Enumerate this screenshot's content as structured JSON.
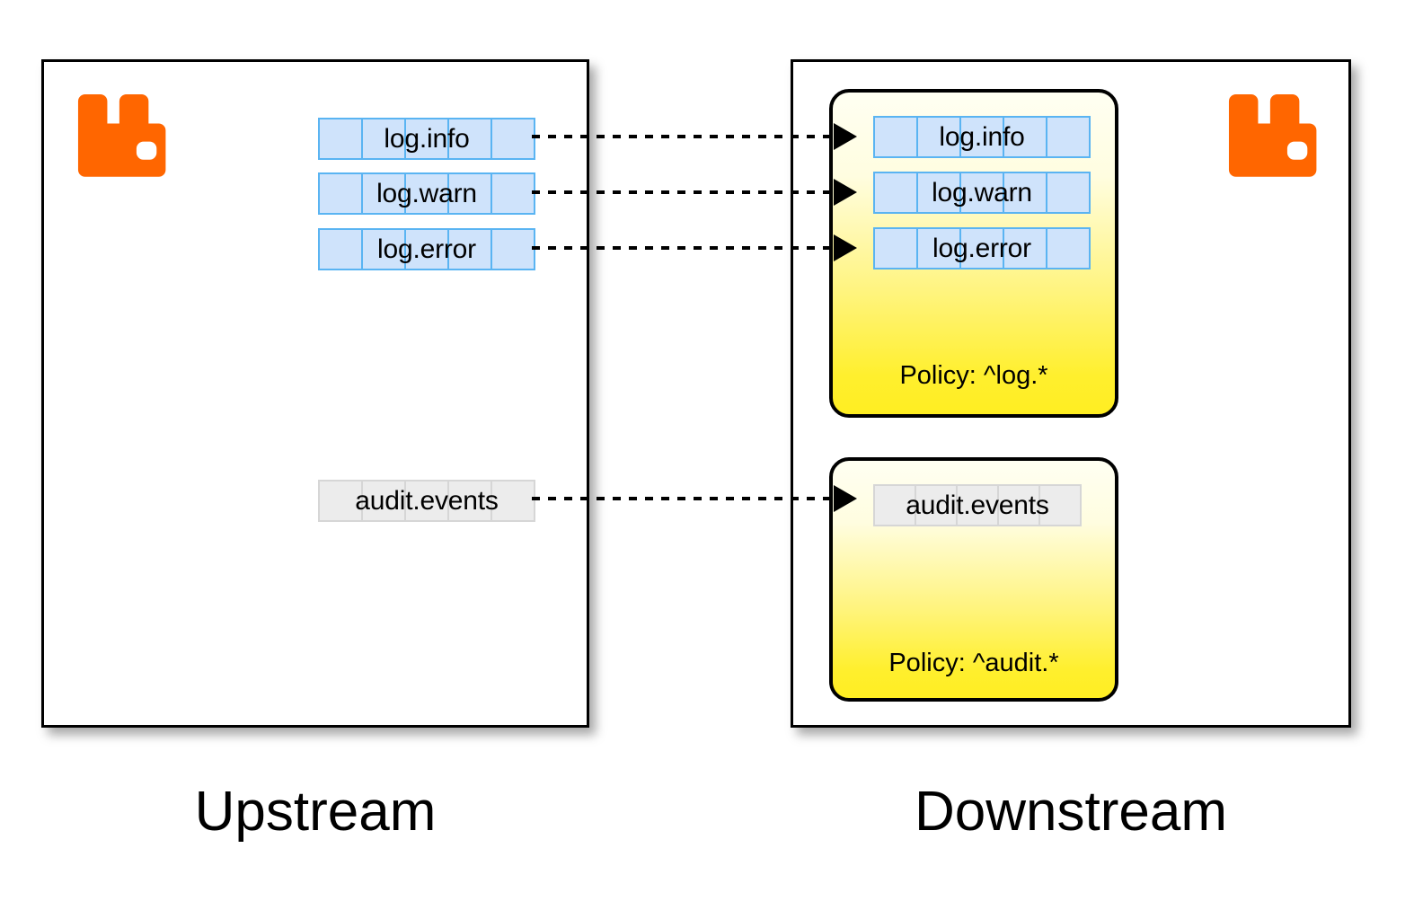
{
  "diagram": {
    "title": "RabbitMQ federation upstream to downstream with policies",
    "background": "#ffffff",
    "colors": {
      "logo_orange": "#ff6600",
      "queue_blue_fill": "#cfe3fb",
      "queue_blue_border": "#5ab4f2",
      "queue_gray_fill": "#ececec",
      "queue_gray_border": "#d6d6d6",
      "policy_yellow_top": "#fffff2",
      "policy_yellow_bottom": "#ffee22",
      "border_black": "#000000"
    }
  },
  "upstream": {
    "caption": "Upstream",
    "logo_name": "rabbitmq-logo",
    "queues": [
      {
        "name": "log.info",
        "cells": 5,
        "style": "blue"
      },
      {
        "name": "log.warn",
        "cells": 5,
        "style": "blue"
      },
      {
        "name": "log.error",
        "cells": 5,
        "style": "blue"
      },
      {
        "name": "audit.events",
        "cells": 5,
        "style": "gray"
      }
    ]
  },
  "downstream": {
    "caption": "Downstream",
    "logo_name": "rabbitmq-logo",
    "policies": [
      {
        "label": "Policy: ^log.*",
        "pattern": "^log.*",
        "queues": [
          {
            "name": "log.info",
            "cells": 5,
            "style": "blue"
          },
          {
            "name": "log.warn",
            "cells": 5,
            "style": "blue"
          },
          {
            "name": "log.error",
            "cells": 5,
            "style": "blue"
          }
        ]
      },
      {
        "label": "Policy: ^audit.*",
        "pattern": "^audit.*",
        "queues": [
          {
            "name": "audit.events",
            "cells": 5,
            "style": "gray"
          }
        ]
      }
    ]
  },
  "links": [
    {
      "from": "log.info",
      "to": "log.info",
      "style": "dotted-arrow"
    },
    {
      "from": "log.warn",
      "to": "log.warn",
      "style": "dotted-arrow"
    },
    {
      "from": "log.error",
      "to": "log.error",
      "style": "dotted-arrow"
    },
    {
      "from": "audit.events",
      "to": "audit.events",
      "style": "dotted-arrow"
    }
  ]
}
